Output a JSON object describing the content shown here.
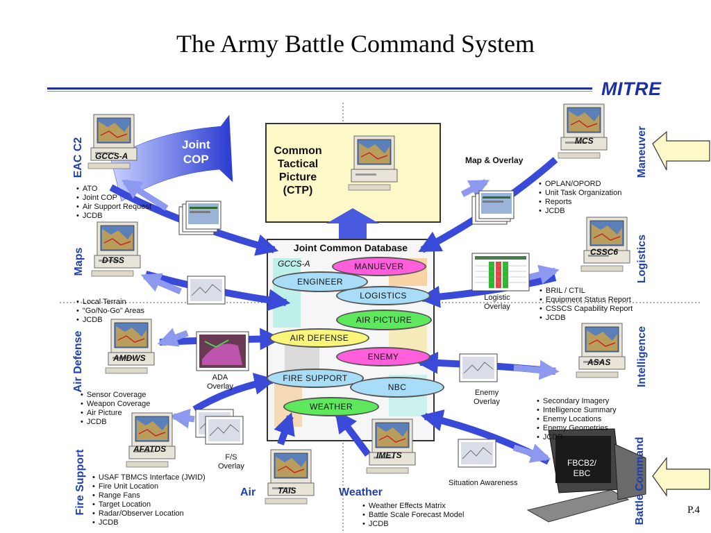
{
  "title": "The Army Battle Command System",
  "brand": "MITRE",
  "page_number": "P.4",
  "colors": {
    "accent_blue": "#1c2ea6",
    "ctp_fill": "#fdf8c8",
    "maneuver": "#ff4fd8",
    "engineer_fill": "#a8dcf7",
    "green": "#5ee85e",
    "yellow": "#f9f67a"
  },
  "ctp": {
    "label_lines": [
      "Common",
      "Tactical",
      "Picture",
      "(CTP)"
    ]
  },
  "jcdb": {
    "title": "Joint Common Database",
    "inner_label": "GCCS-A",
    "ellipses": [
      "MANUEVER",
      "ENGINEER",
      "LOGISTICS",
      "AIR PICTURE",
      "AIR DEFENSE",
      "ENEMY",
      "FIRE SUPPORT",
      "NBC",
      "WEATHER"
    ]
  },
  "joint_cop": [
    "Joint",
    "COP"
  ],
  "functional_areas": {
    "eac_c2": "EAC C2",
    "maps": "Maps",
    "air_defense": "Air Defense",
    "fire_support": "Fire Support",
    "air": "Air",
    "weather": "Weather",
    "maneuver": "Maneuver",
    "logistics": "Logistics",
    "intelligence": "Intelligence",
    "battle_command": "Battle Command"
  },
  "systems": {
    "gccs_a": "GCCS-A",
    "dtss": "DTSS",
    "amdws": "AMDWS",
    "afatds": "AFATDS",
    "tais": "TAIS",
    "imets": "IMETS",
    "mcs": "MCS",
    "cssc6": "CSSC6",
    "asas": "ASAS",
    "fbcb2": "FBCB2/ EBC"
  },
  "overlays": {
    "map_overlay": "Map & Overlay",
    "logistic_overlay": "Logistic\nOverlay",
    "ada_overlay": "ADA\nOverlay",
    "enemy_overlay": "Enemy\nOverlay",
    "fs_overlay": "F/S\nOverlay",
    "situation_awareness": "Situation Awareness"
  },
  "lists": {
    "eac_c2": [
      "ATO",
      "Joint COP",
      "Air Support Request",
      "JCDB"
    ],
    "maps": [
      "Local Terrain",
      "\"Go/No-Go\" Areas",
      "JCDB"
    ],
    "air_defense": [
      "Sensor Coverage",
      "Weapon Coverage",
      "Air Picture",
      "JCDB"
    ],
    "fire_support": [
      "USAF TBMCS Interface (JWID)",
      "Fire Unit Location",
      "Range Fans",
      "Target Location",
      "Radar/Observer Location",
      "JCDB"
    ],
    "weather": [
      "Weather Effects Matrix",
      "Battle Scale Forecast Model",
      "JCDB"
    ],
    "maneuver": [
      "OPLAN/OPORD",
      "Unit Task Organization",
      "Reports",
      "JCDB"
    ],
    "logistics": [
      "BRIL / CTIL",
      "Equipment Status Report",
      "CSSCS Capability Report",
      "JCDB"
    ],
    "intelligence": [
      "Secondary Imagery",
      "Intelligence Summary",
      "Enemy Locations",
      "Enemy Geometries",
      "JCDB"
    ]
  }
}
